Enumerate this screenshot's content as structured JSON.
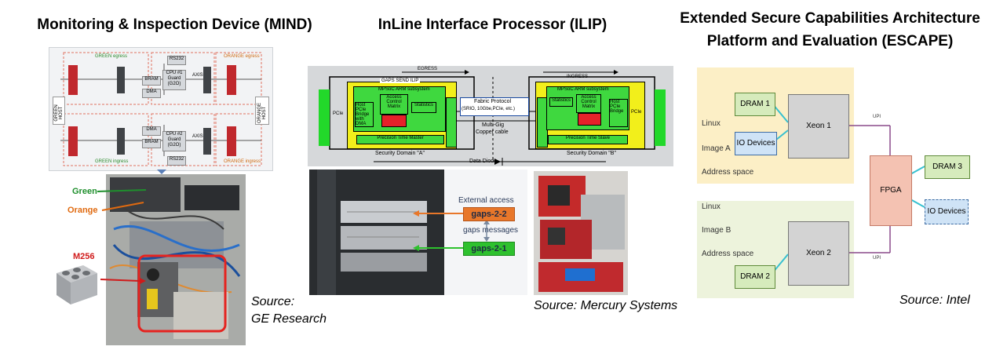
{
  "mind": {
    "title": "Monitoring & Inspection Device (MIND)",
    "source_line1": "Source:",
    "source_line2": "GE Research",
    "photo_labels": {
      "green": "Green",
      "orange": "Orange",
      "m256": "M256"
    },
    "diagram": {
      "green_host": "GREEN HOST",
      "orange_host": "ORANGE HOST",
      "rs232": "RS232",
      "bram": "BRAM",
      "dma": "DMA",
      "axis": "AXIS",
      "cpu1": "CPU #1 Guard (G2O)",
      "cpu2": "CPU #2 Guard (G2O)",
      "green_egress": "GREEN egress",
      "orange_egress": "ORANGE egress",
      "green_ingress": "GREEN ingress",
      "orange_ingress": "ORANGE ingress"
    }
  },
  "ilip": {
    "title": "InLine Interface Processor (ILIP)",
    "source": "Source: Mercury Systems",
    "diagram": {
      "egress": "EGRESS",
      "ingress": "INGRESS",
      "send_ilip": "GAPS SEND ILIP",
      "mpsoc": "MPSoC ARM subsystem",
      "host_bridge": "Host PCIe Bridge with DMA",
      "host_bridge_b": "Host PCIe Bridge",
      "access_control": "Access Control Matrix",
      "statistics": "Statistics",
      "fabric_title": "Fabric Protocol",
      "fabric_detail": "(SRIO, 10Gbe,PCIe, etc.)",
      "multigig": "Multi-Gig",
      "copper": "Copper cable",
      "precision_master": "Precision Time Master",
      "precision_slave": "Precision Time Slave",
      "domain_a": "Security Domain \"A\"",
      "domain_b": "Security Domain \"B\"",
      "diode": "Data Diode",
      "pcie": "PCIe"
    },
    "rack": {
      "external_access": "External access",
      "gaps22": "gaps-2-2",
      "gaps_messages": "gaps messages",
      "gaps21": "gaps-2-1"
    }
  },
  "escape": {
    "title_line1": "Extended Secure Capabilities Architecture",
    "title_line2": "Platform and Evaluation (ESCAPE)",
    "source": "Source: Intel",
    "image_a": {
      "l1": "Linux",
      "l2": "Image A",
      "l3": "Address space"
    },
    "image_b": {
      "l1": "Linux",
      "l2": "Image B",
      "l3": "Address space"
    },
    "dram1": "DRAM 1",
    "io_devices": "IO Devices",
    "xeon1": "Xeon 1",
    "fpga": "FPGA",
    "dram3": "DRAM 3",
    "io_devices2": "IO Devices",
    "xeon2": "Xeon 2",
    "dram2": "DRAM 2",
    "upi": "UPI",
    "upi2": "UPI"
  }
}
